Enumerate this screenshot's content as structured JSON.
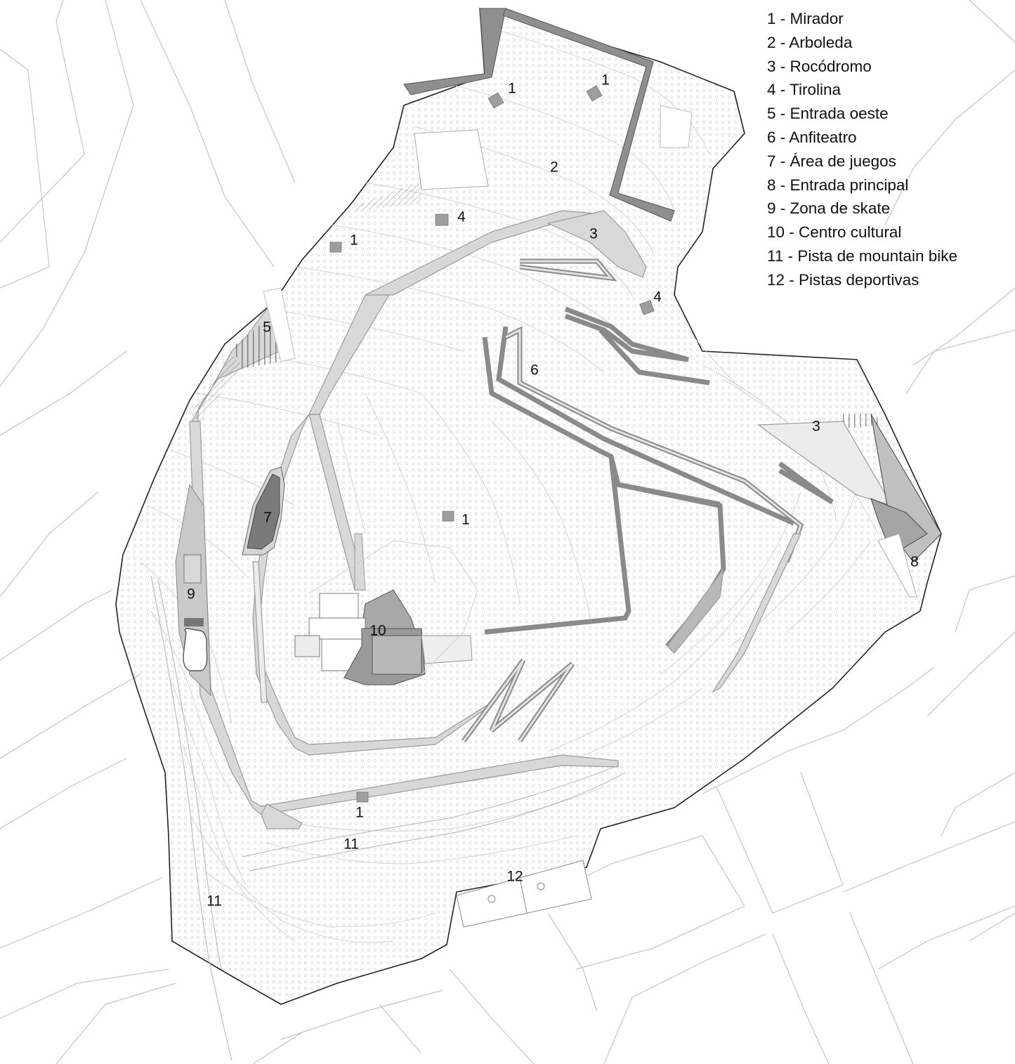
{
  "legend": [
    {
      "num": "1",
      "text": "1 - Mirador"
    },
    {
      "num": "2",
      "text": "2 - Arboleda"
    },
    {
      "num": "3",
      "text": "3 - Rocódromo"
    },
    {
      "num": "4",
      "text": "4 - Tirolina"
    },
    {
      "num": "5",
      "text": "5 - Entrada oeste"
    },
    {
      "num": "6",
      "text": "6 - Anfiteatro"
    },
    {
      "num": "7",
      "text": "7 - Área de juegos"
    },
    {
      "num": "8",
      "text": "8 - Entrada principal"
    },
    {
      "num": "9",
      "text": "9 - Zona de skate"
    },
    {
      "num": "10",
      "text": "10 - Centro cultural"
    },
    {
      "num": "11",
      "text": "11 - Pista de mountain bike"
    },
    {
      "num": "12",
      "text": "12 - Pistas deportivas"
    }
  ],
  "map_labels": {
    "mirador_north_west": "1",
    "mirador_north_east": "1",
    "mirador_west": "1",
    "mirador_center": "1",
    "mirador_south": "1",
    "arboleda": "2",
    "rocodromo_north": "3",
    "rocodromo_east": "3",
    "tirolina_north": "4",
    "tirolina_east": "4",
    "entrada_oeste": "5",
    "anfiteatro": "6",
    "area_juegos": "7",
    "entrada_principal": "8",
    "zona_skate": "9",
    "centro_cultural": "10",
    "mountain_bike_south": "11",
    "mountain_bike_west": "11",
    "pistas_deportivas": "12"
  },
  "colors": {
    "background": "#ffffff",
    "outline": "#222222",
    "street": "#bdbdbd",
    "contour": "#d0d0d0",
    "path_fill": "#d6d6d6",
    "path_stroke": "#9a9a9a",
    "dark_fill": "#8a8a8a",
    "building": "#b0b0b0"
  }
}
